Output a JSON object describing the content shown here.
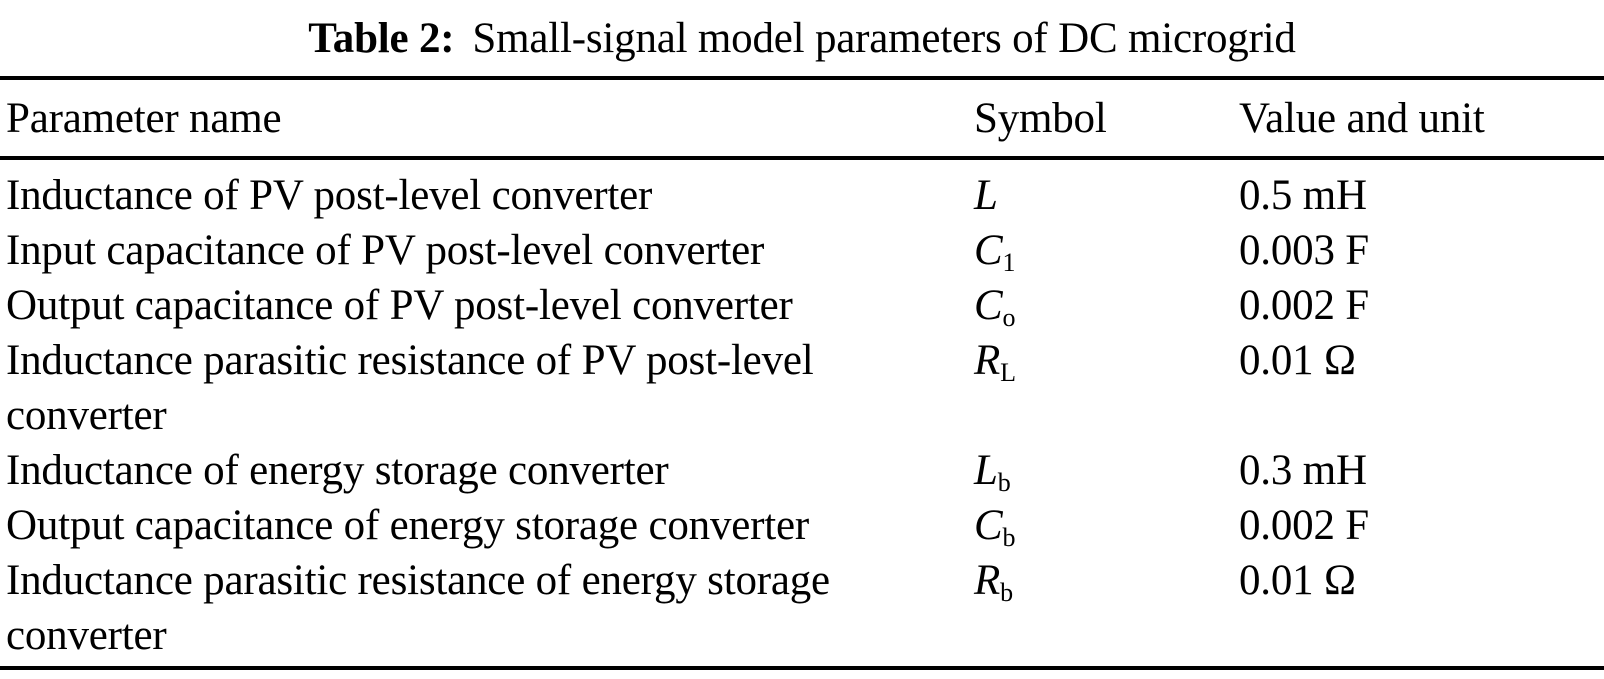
{
  "caption": {
    "label": "Table 2:",
    "text": "Small-signal model parameters of DC microgrid"
  },
  "table": {
    "headers": {
      "parameter": "Parameter name",
      "symbol": "Symbol",
      "value": "Value and unit"
    },
    "rows": [
      {
        "name_lines": [
          "Inductance of PV post-level converter"
        ],
        "symbol_main": "L",
        "value": "0.5 mH"
      },
      {
        "name_lines": [
          "Input capacitance of PV post-level converter"
        ],
        "symbol_main": "C",
        "symbol_sub": "1",
        "value": "0.003 F"
      },
      {
        "name_lines": [
          "Output capacitance of PV post-level converter"
        ],
        "symbol_main": "C",
        "symbol_sub": "o",
        "value": "0.002 F"
      },
      {
        "name_lines": [
          "Inductance parasitic resistance of PV post-level",
          "converter"
        ],
        "symbol_main": "R",
        "symbol_sub": "L",
        "value": "0.01 Ω"
      },
      {
        "name_lines": [
          "Inductance of energy storage converter"
        ],
        "symbol_main": "L",
        "symbol_sub": "b",
        "value": "0.3 mH"
      },
      {
        "name_lines": [
          "Output capacitance of energy storage converter"
        ],
        "symbol_main": "C",
        "symbol_sub": "b",
        "value": "0.002 F"
      },
      {
        "name_lines": [
          "Inductance parasitic resistance of energy storage",
          "converter"
        ],
        "symbol_main": "R",
        "symbol_sub": "b",
        "value": "0.01 Ω"
      }
    ]
  }
}
